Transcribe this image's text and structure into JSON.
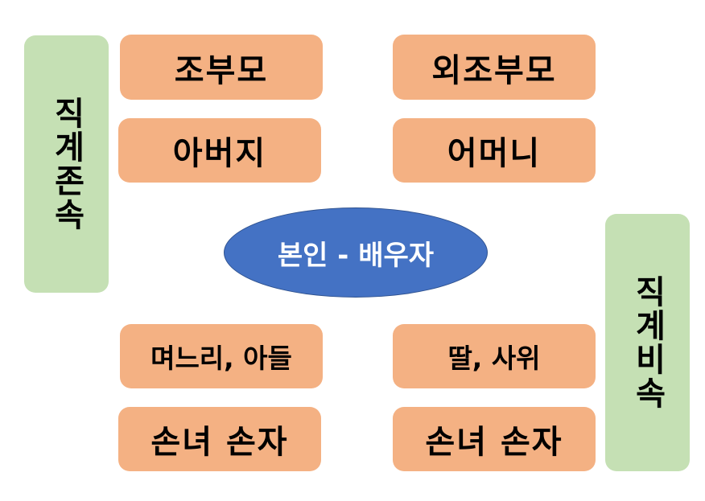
{
  "colors": {
    "box_fill": "#f4b183",
    "side_fill": "#c5e0b4",
    "center_fill": "#4472c4",
    "center_text": "#ffffff"
  },
  "center": {
    "label": "본인 - 배우자"
  },
  "ascendants": {
    "side_label": "직계존속",
    "paternal_grandparents": "조부모",
    "maternal_grandparents": "외조부모",
    "father": "아버지",
    "mother": "어머니"
  },
  "descendants": {
    "side_label": "직계비속",
    "son_pair": "며느리, 아들",
    "daughter_pair": "딸, 사위",
    "grandchildren_left": "손녀 손자",
    "grandchildren_right": "손녀 손자"
  }
}
